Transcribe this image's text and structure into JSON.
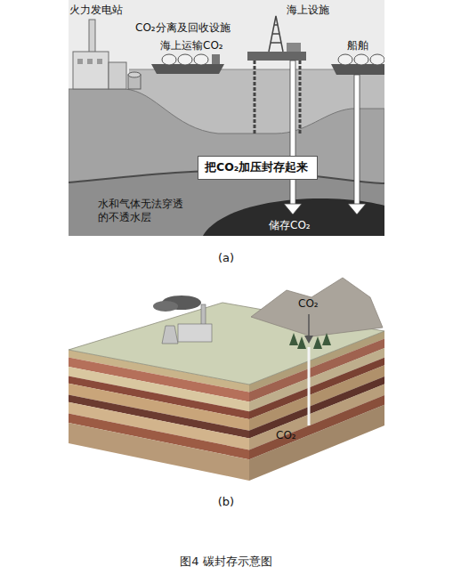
{
  "diagram": {
    "caption": "图4 碳封存示意图",
    "nodes": [
      {
        "text": [
          "把CO₂加压封存起来"
        ]
      }
    ],
    "labels": [
      "火力发电站",
      "CO₂分离及回收设施",
      "海上设施",
      "海上运输CO₂",
      "船舶",
      "水和气体无法穿透的不透水层",
      "储存CO₂",
      "(a)",
      "CO₂",
      "CO₂",
      "(b)"
    ]
  }
}
